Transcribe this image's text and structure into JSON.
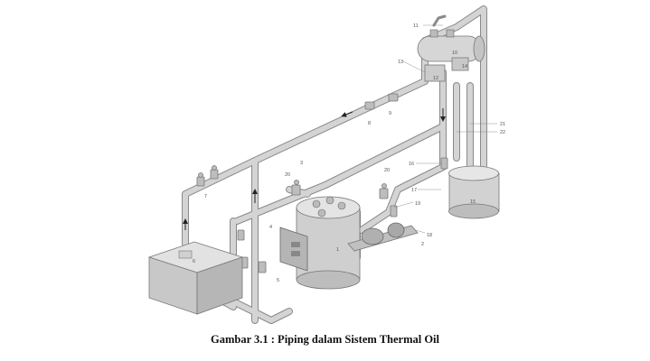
{
  "caption": "Gambar 3.1 : Piping dalam Sistem Thermal Oil",
  "callouts": {
    "c1": "1",
    "c2": "2",
    "c3": "3",
    "c4": "4",
    "c5": "5",
    "c6": "6",
    "c7": "7",
    "c8": "8",
    "c9": "9",
    "c10": "10",
    "c11": "11",
    "c12": "12",
    "c13": "13",
    "c14": "14",
    "c15": "15",
    "c16": "16",
    "c17": "17",
    "c18": "18",
    "c19": "19",
    "c20a": "20",
    "c20b": "20",
    "c21": "21",
    "c22": "22"
  },
  "colors": {
    "pipe": "#c9c9c9",
    "pipe_edge": "#8a8a8a",
    "equipment": "#d6d6d6",
    "text": "#555555"
  }
}
